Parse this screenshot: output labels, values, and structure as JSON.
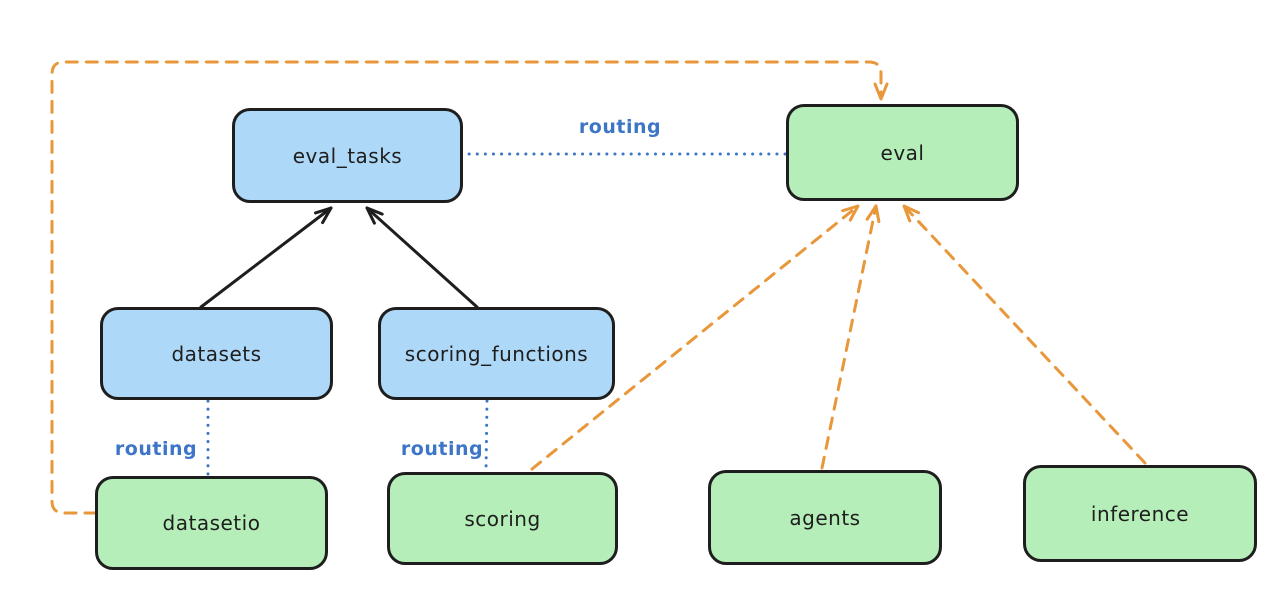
{
  "diagram": {
    "nodes": [
      {
        "id": "eval_tasks",
        "label": "eval_tasks",
        "fill": "blue"
      },
      {
        "id": "eval",
        "label": "eval",
        "fill": "green"
      },
      {
        "id": "datasets",
        "label": "datasets",
        "fill": "blue"
      },
      {
        "id": "scoring_functions",
        "label": "scoring_functions",
        "fill": "blue"
      },
      {
        "id": "datasetio",
        "label": "datasetio",
        "fill": "green"
      },
      {
        "id": "scoring",
        "label": "scoring",
        "fill": "green"
      },
      {
        "id": "agents",
        "label": "agents",
        "fill": "green"
      },
      {
        "id": "inference",
        "label": "inference",
        "fill": "green"
      }
    ],
    "edges": [
      {
        "from": "datasets",
        "to": "eval_tasks",
        "style": "solid-arrow",
        "color": "black"
      },
      {
        "from": "scoring_functions",
        "to": "eval_tasks",
        "style": "solid-arrow",
        "color": "black"
      },
      {
        "from": "eval_tasks",
        "to": "eval",
        "style": "dotted",
        "color": "blue",
        "label": "routing"
      },
      {
        "from": "datasets",
        "to": "datasetio",
        "style": "dotted",
        "color": "blue",
        "label": "routing"
      },
      {
        "from": "scoring_functions",
        "to": "scoring",
        "style": "dotted",
        "color": "blue",
        "label": "routing"
      },
      {
        "from": "datasetio",
        "to": "eval",
        "style": "dashed-arrow",
        "color": "orange"
      },
      {
        "from": "scoring",
        "to": "eval",
        "style": "dashed-arrow",
        "color": "orange"
      },
      {
        "from": "agents",
        "to": "eval",
        "style": "dashed-arrow",
        "color": "orange"
      },
      {
        "from": "inference",
        "to": "eval",
        "style": "dashed-arrow",
        "color": "orange"
      }
    ],
    "colors": {
      "node_blue_fill": "#aed8f8",
      "node_green_fill": "#b5eeb9",
      "node_stroke": "#1e1e1e",
      "routing_blue": "#3d76c6",
      "arrow_orange": "#e8973a",
      "arrow_black": "#1e1e1e",
      "background": "#ffffff"
    }
  }
}
